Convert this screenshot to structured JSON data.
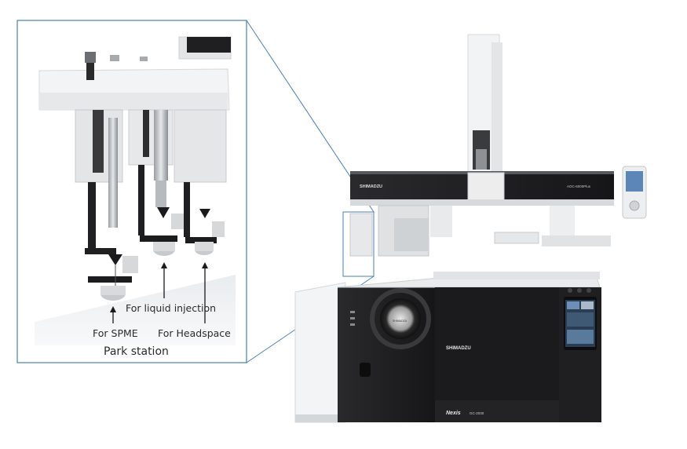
{
  "callouts": {
    "spme": "For SPME",
    "liquid": "For liquid injection",
    "headspace": "For Headspace"
  },
  "caption": "Park station",
  "device": {
    "brand": "SHIMADZU",
    "model_series": "Nexis",
    "model": "GC-2030",
    "autosampler_model": "AOC-6000Plus"
  },
  "colors": {
    "frame_line": "#4a7fb5",
    "panel_dark": "#1d1d1f",
    "body_white": "#f4f4f4",
    "accent_gray": "#b9bcc0"
  }
}
